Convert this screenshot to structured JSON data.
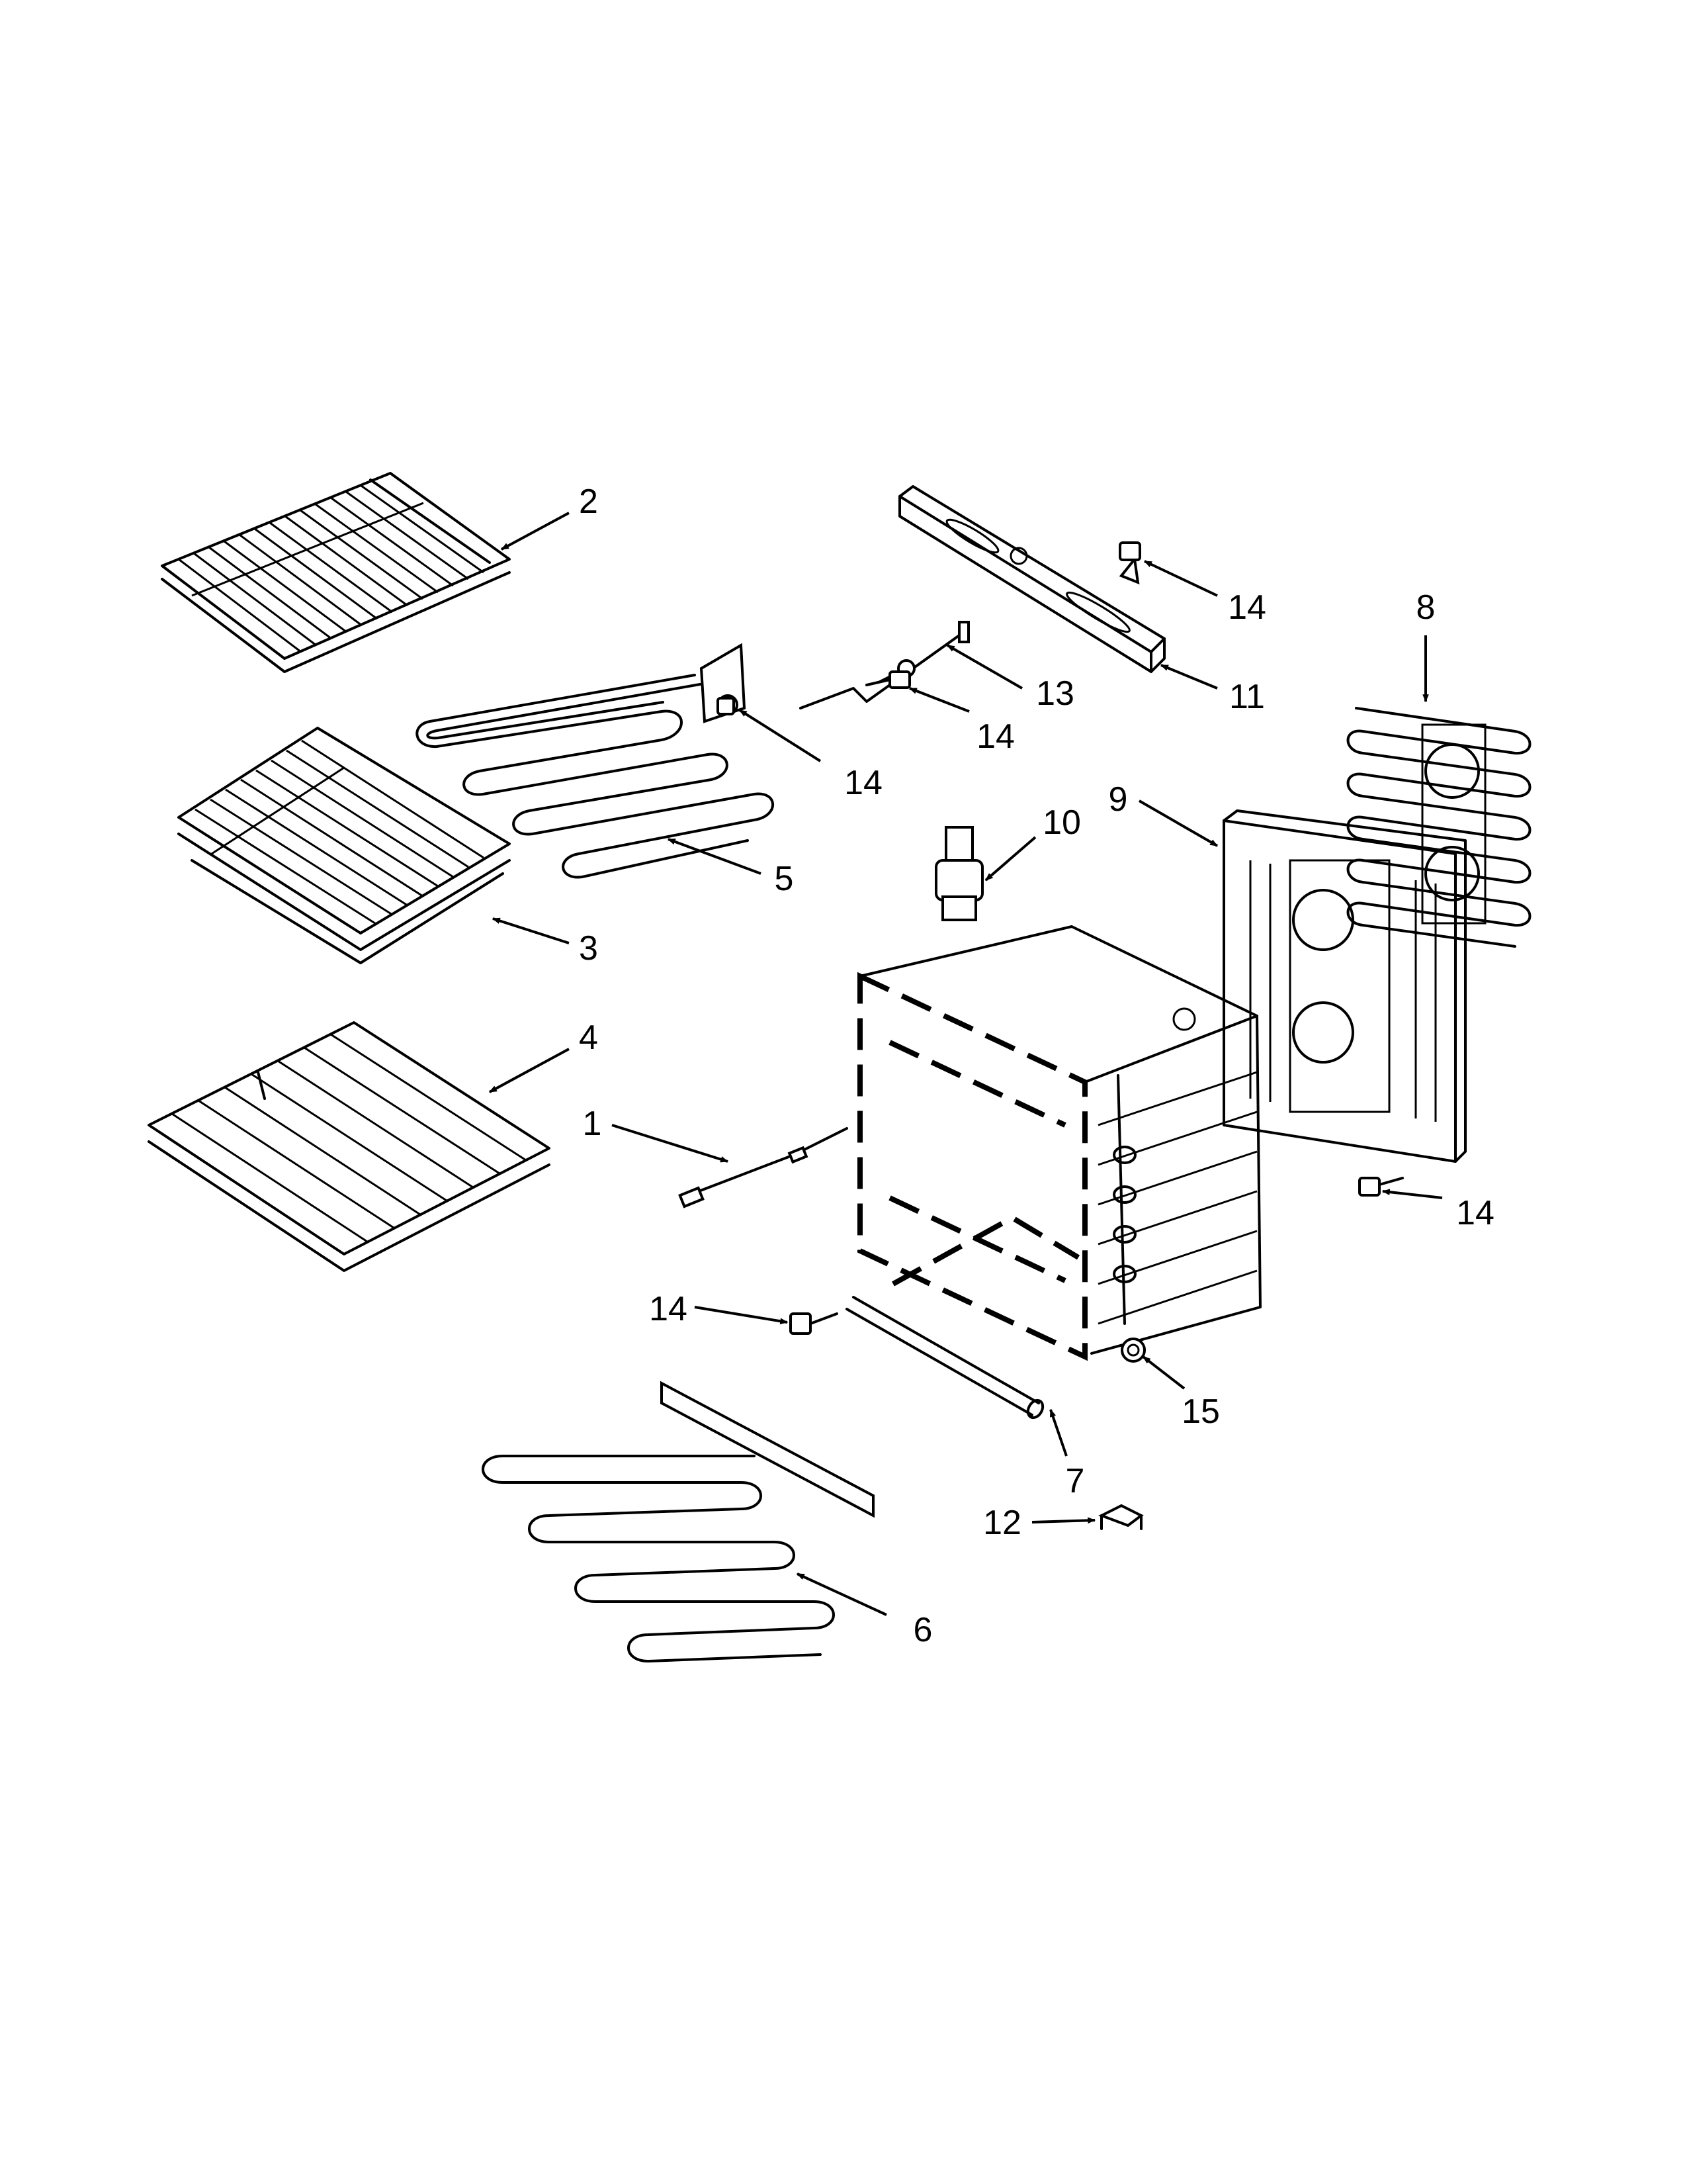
{
  "callouts": [
    {
      "label": "1",
      "part": "oven-sensor"
    },
    {
      "label": "2",
      "part": "upper-oven-rack"
    },
    {
      "label": "3",
      "part": "roll-out-rack"
    },
    {
      "label": "4",
      "part": "lower-oven-rack"
    },
    {
      "label": "5",
      "part": "broil-element"
    },
    {
      "label": "6",
      "part": "bake-element"
    },
    {
      "label": "7",
      "part": "tube"
    },
    {
      "label": "8",
      "part": "convection-fan-element"
    },
    {
      "label": "9",
      "part": "convection-cover"
    },
    {
      "label": "10",
      "part": "thermal-fuse"
    },
    {
      "label": "11",
      "part": "top-bracket"
    },
    {
      "label": "12",
      "part": "clip"
    },
    {
      "label": "13",
      "part": "wire-lead"
    },
    {
      "label": "14",
      "part": "screw"
    },
    {
      "label": "15",
      "part": "grommet"
    }
  ],
  "labels": {
    "c1": "1",
    "c2": "2",
    "c3": "3",
    "c4": "4",
    "c5": "5",
    "c6": "6",
    "c7": "7",
    "c8": "8",
    "c9": "9",
    "c10": "10",
    "c11": "11",
    "c12": "12",
    "c13": "13",
    "c14a": "14",
    "c14b": "14",
    "c14c": "14",
    "c14d": "14",
    "c14e": "14",
    "c15": "15"
  }
}
